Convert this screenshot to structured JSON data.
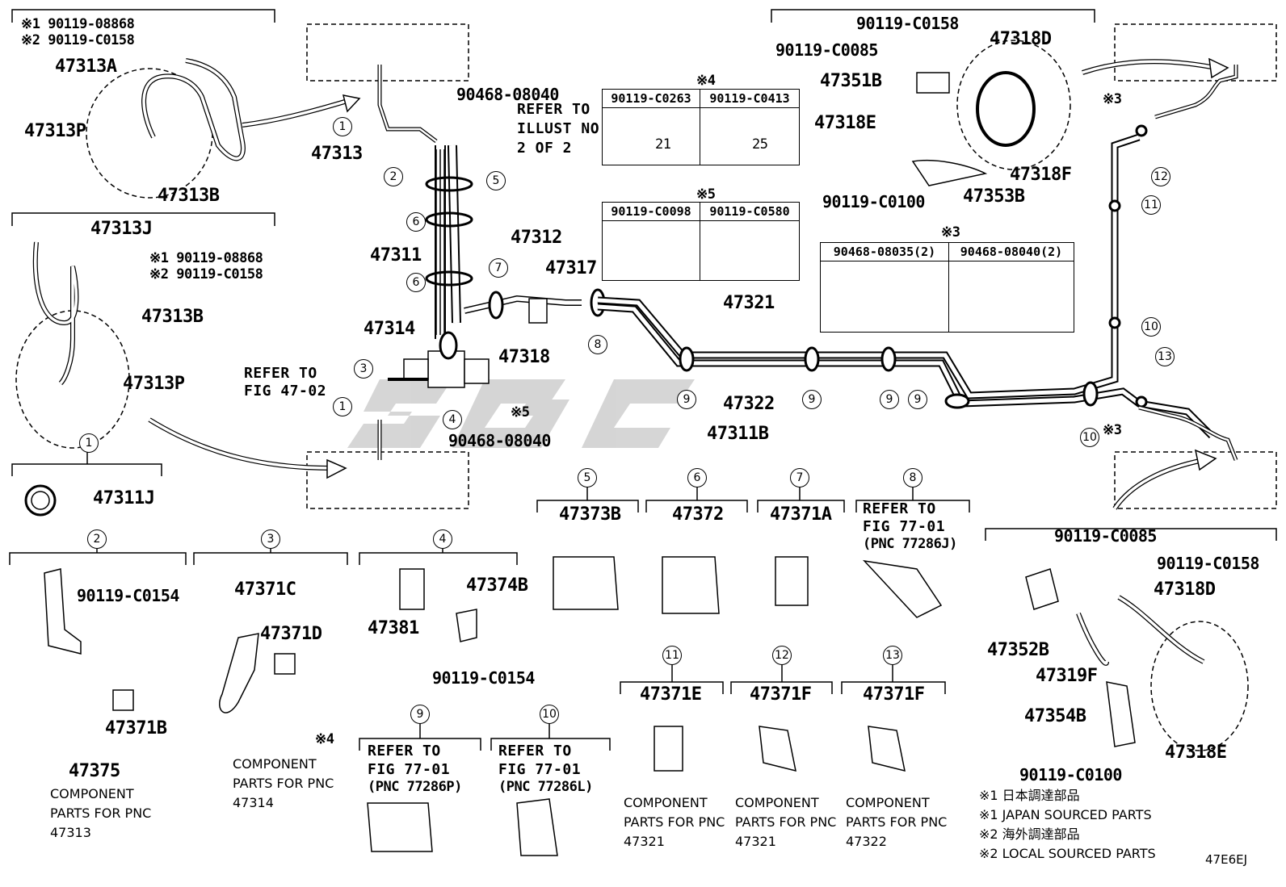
{
  "diagram_code": "47E6EJ",
  "parts": {
    "p47313A": "47313A",
    "p47313P_top": "47313P",
    "p47313B_top": "47313B",
    "p47313J": "47313J",
    "p47313B_mid": "47313B",
    "p47313P_mid": "47313P",
    "p47311J": "47311J",
    "p47313": "47313",
    "p47311": "47311",
    "p47312": "47312",
    "p47317": "47317",
    "p47314": "47314",
    "p47318": "47318",
    "p47311B": "47311B",
    "p47321": "47321",
    "p47322": "47322",
    "p47318D_top": "47318D",
    "p47351B": "47351B",
    "p47318E_top": "47318E",
    "p47318F": "47318F",
    "p47353B": "47353B",
    "p47373B": "47373B",
    "p47372": "47372",
    "p47371A": "47371A",
    "p47371C": "47371C",
    "p47371D": "47371D",
    "p47374B": "47374B",
    "p47381": "47381",
    "p47371B": "47371B",
    "p47375": "47375",
    "p47371E": "47371E",
    "p47371F_a": "47371F",
    "p47371F_b": "47371F",
    "p47318D_bot": "47318D",
    "p47352B": "47352B",
    "p47319F": "47319F",
    "p47354B": "47354B",
    "p47318E_bot": "47318E"
  },
  "bolts": {
    "b1_top": "※1 90119-08868",
    "b2_top": "※2 90119-C0158",
    "b1_mid": "※1 90119-08868",
    "b2_mid": "※2 90119-C0158",
    "clip_top": "90468-08040",
    "clip_bot": "90468-08040",
    "c0158_top": "90119-C0158",
    "c0085_top": "90119-C0085",
    "c0100_top": "90119-C0100",
    "c0154_a": "90119-C0154",
    "c0154_b": "90119-C0154",
    "c0085_bot": "90119-C0085",
    "c0158_bot": "90119-C0158",
    "c0100_bot": "90119-C0100",
    "mark5": "※5",
    "mark4": "※4",
    "mark3a": "※3",
    "mark3b": "※3"
  },
  "refer": {
    "illust_1": "REFER TO",
    "illust_2": "ILLUST NO.",
    "illust_3": "2 OF 2",
    "fig4702_1": "REFER TO",
    "fig4702_2": "FIG 47-02",
    "r8_1": "REFER TO",
    "r8_2": "FIG 77-01",
    "r8_3": "(PNC 77286J)",
    "r9_1": "REFER TO",
    "r9_2": "FIG 77-01",
    "r9_3": "(PNC 77286P)",
    "r10_1": "REFER TO",
    "r10_2": "FIG 77-01",
    "r10_3": "(PNC 77286L)"
  },
  "tables": {
    "t4": {
      "mark": "※4",
      "h1": "90119-C0263",
      "h2": "90119-C0413",
      "d1": "21",
      "d2": "25"
    },
    "t5": {
      "mark": "※5",
      "h1": "90119-C0098",
      "h2": "90119-C0580"
    },
    "t3": {
      "mark": "※3",
      "h1": "90468-08035(2)",
      "h2": "90468-08040(2)"
    }
  },
  "components": {
    "c47313": "COMPONENT PARTS FOR PNC 47313",
    "c47314": "COMPONENT PARTS FOR PNC 47314",
    "c47321a": "COMPONENT PARTS FOR PNC 47321",
    "c47321b": "COMPONENT PARTS FOR PNC 47321",
    "c47322": "COMPONENT PARTS FOR PNC 47322"
  },
  "notes": {
    "n1": "※1 日本調達部品",
    "n2": "※1 JAPAN SOURCED PARTS",
    "n3": "※2 海外調達部品",
    "n4": "※2 LOCAL SOURCED PARTS"
  },
  "callouts": [
    "1",
    "2",
    "3",
    "4",
    "5",
    "6",
    "7",
    "8",
    "9",
    "10",
    "11",
    "12",
    "13"
  ],
  "watermark": "SGC"
}
